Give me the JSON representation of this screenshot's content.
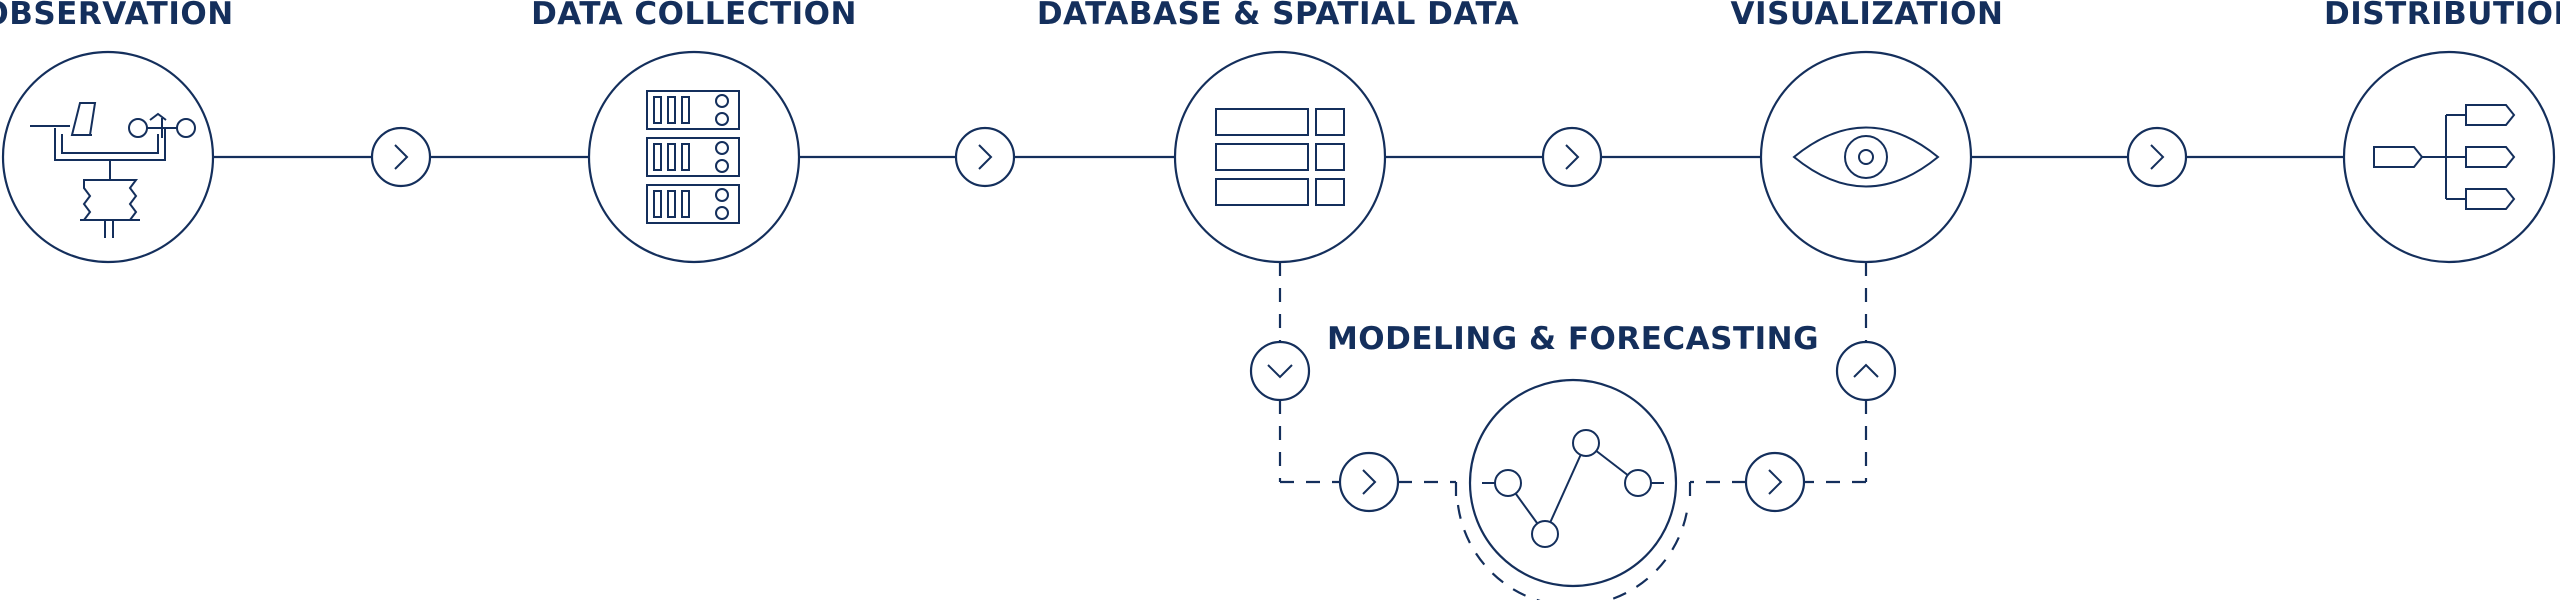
{
  "colors": {
    "stroke": "#142f5c",
    "background": "#ffffff"
  },
  "stages": [
    {
      "title": "OBSERVATION",
      "icon": "weather-station-icon"
    },
    {
      "title": "DATA COLLECTION",
      "icon": "server-rack-icon"
    },
    {
      "title": "DATABASE & SPATIAL DATA",
      "icon": "database-table-icon"
    },
    {
      "title": "VISUALIZATION",
      "icon": "eye-icon"
    },
    {
      "title": "DISTRIBUTION",
      "icon": "distribution-tree-icon"
    }
  ],
  "modeling": {
    "title": "MODELING & FORECASTING",
    "icon": "line-graph-icon"
  },
  "connectors": {
    "main_flow": [
      "chevron-right-icon",
      "chevron-right-icon",
      "chevron-right-icon",
      "chevron-right-icon"
    ],
    "to_model": [
      "chevron-down-icon",
      "chevron-right-icon"
    ],
    "from_model": [
      "chevron-right-icon",
      "chevron-up-icon"
    ]
  }
}
